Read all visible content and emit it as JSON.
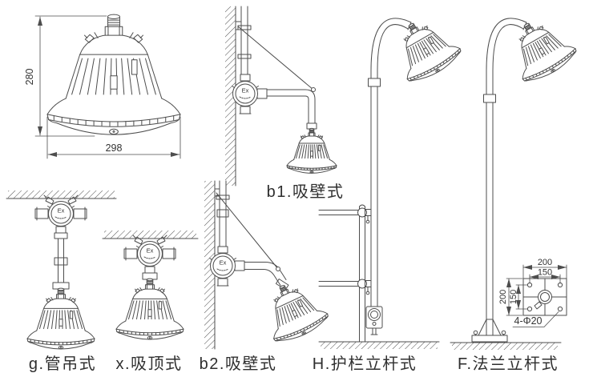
{
  "figures": {
    "dimensioned_lamp": {
      "height_mm": "280",
      "width_mm": "298"
    },
    "b1": {
      "label": "b1.吸壁式"
    },
    "g": {
      "label": "g.管吊式"
    },
    "x": {
      "label": "x.吸顶式"
    },
    "b2": {
      "label": "b2.吸壁式"
    },
    "H": {
      "label": "H.护栏立杆式"
    },
    "F": {
      "label": "F.法兰立杆式"
    },
    "flange_detail": {
      "outer_width": "200",
      "hole_spacing_width": "150",
      "outer_height": "200",
      "hole_spacing_height": "150",
      "holes": "4-Φ20"
    }
  },
  "markings": {
    "junction_box": "Ex"
  },
  "colors": {
    "line": "#4d4d4d",
    "text": "#333333",
    "background": "#ffffff"
  }
}
